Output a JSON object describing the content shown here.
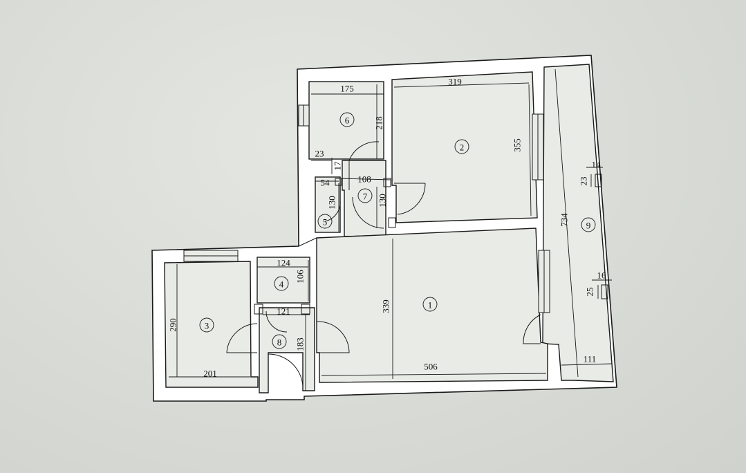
{
  "rooms": [
    "1",
    "2",
    "3",
    "4",
    "5",
    "6",
    "7",
    "8",
    "9"
  ],
  "dimensions": {
    "room6_width": "175",
    "room6_height": "218",
    "room2_width": "319",
    "room2_height": "355",
    "small_23": "23",
    "small_17": "17",
    "small_54": "54",
    "corr_108": "108",
    "room5_130": "130",
    "room7_130": "130",
    "room4_width": "124",
    "room4_height": "106",
    "room8_121": "121",
    "room8_183": "183",
    "room3_height": "290",
    "room3_width": "201",
    "room1_height": "339",
    "room1_width": "506",
    "room9_length": "734",
    "room9_width": "111",
    "niche_14": "14",
    "niche_23": "23",
    "niche_16": "16",
    "niche_25": "25"
  }
}
